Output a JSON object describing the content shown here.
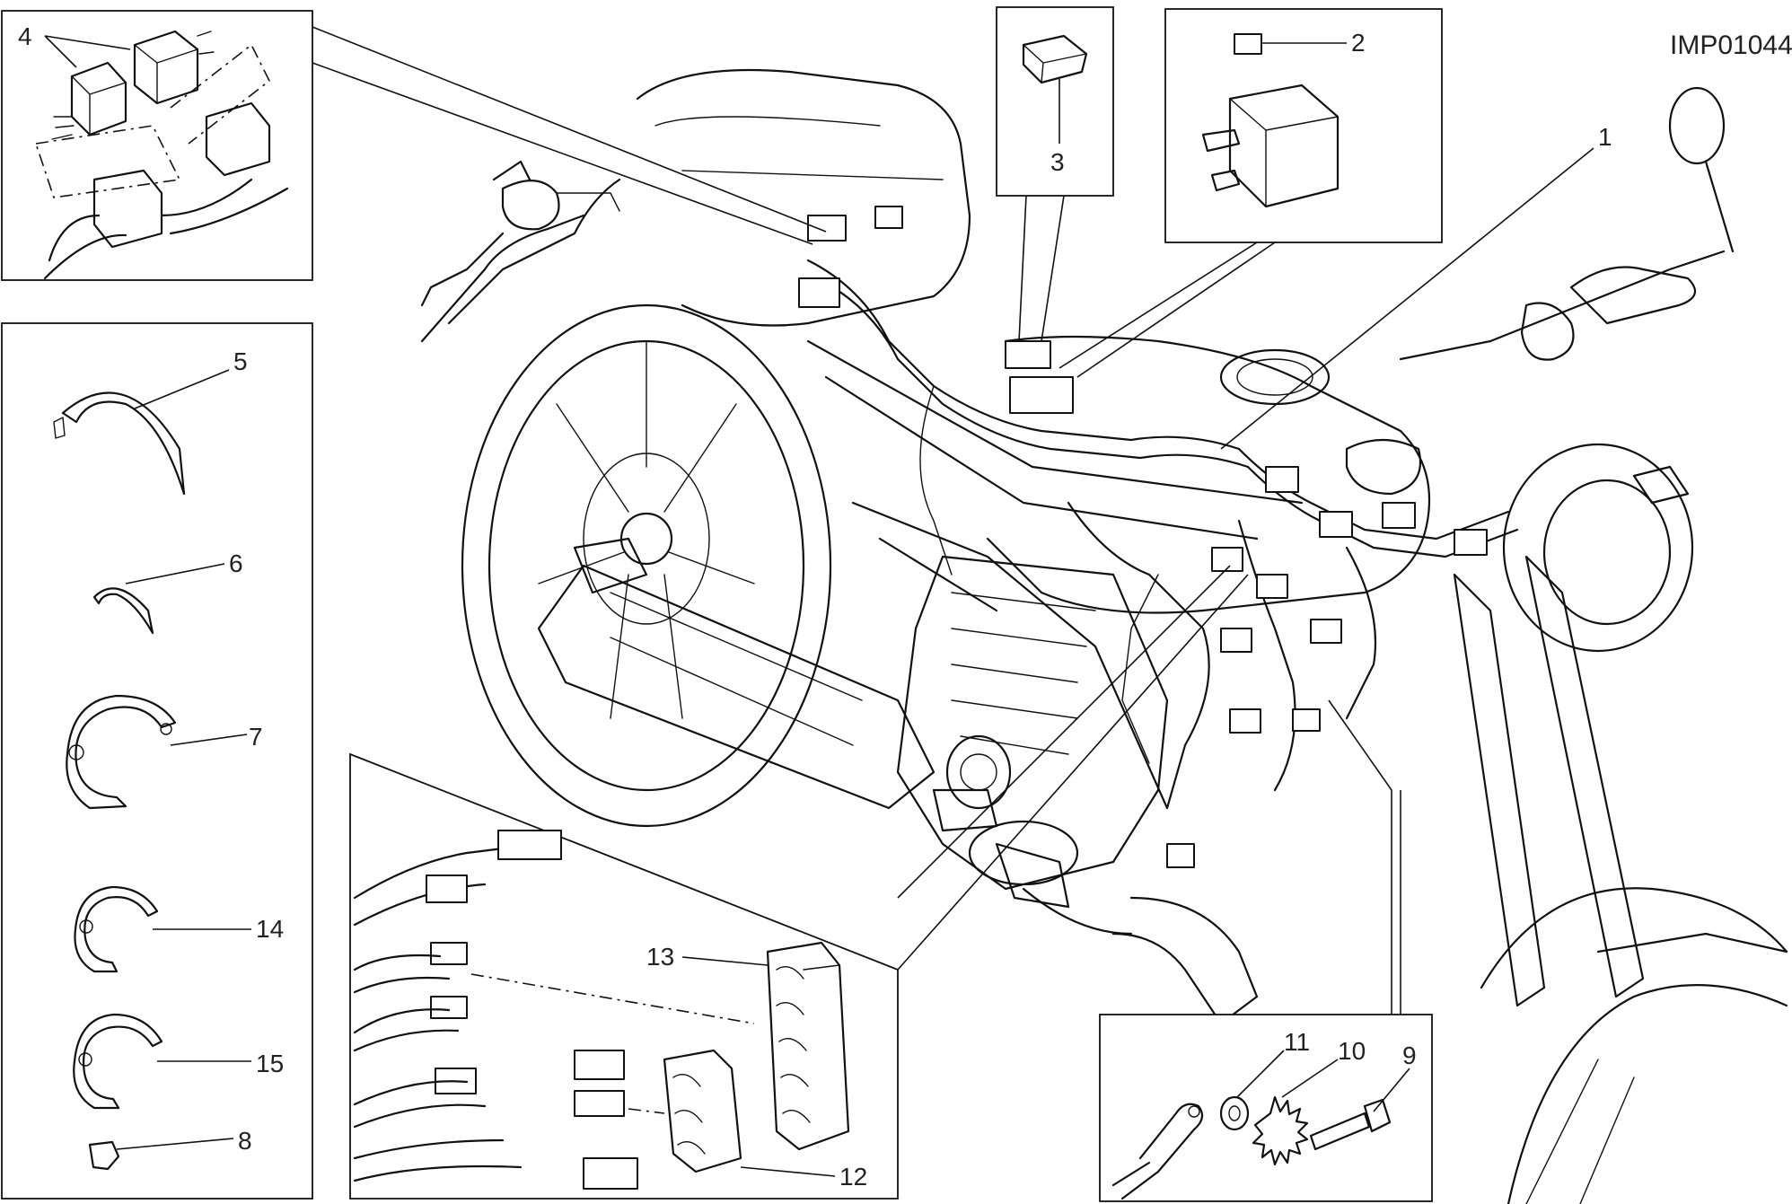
{
  "figure": {
    "code": "IMP01044",
    "callouts": [
      "1",
      "2",
      "3",
      "4",
      "5",
      "6",
      "7",
      "8",
      "9",
      "10",
      "11",
      "12",
      "13",
      "14",
      "15"
    ]
  },
  "colors": {
    "line": "#111111",
    "text": "#222222",
    "background": "#ffffff"
  }
}
